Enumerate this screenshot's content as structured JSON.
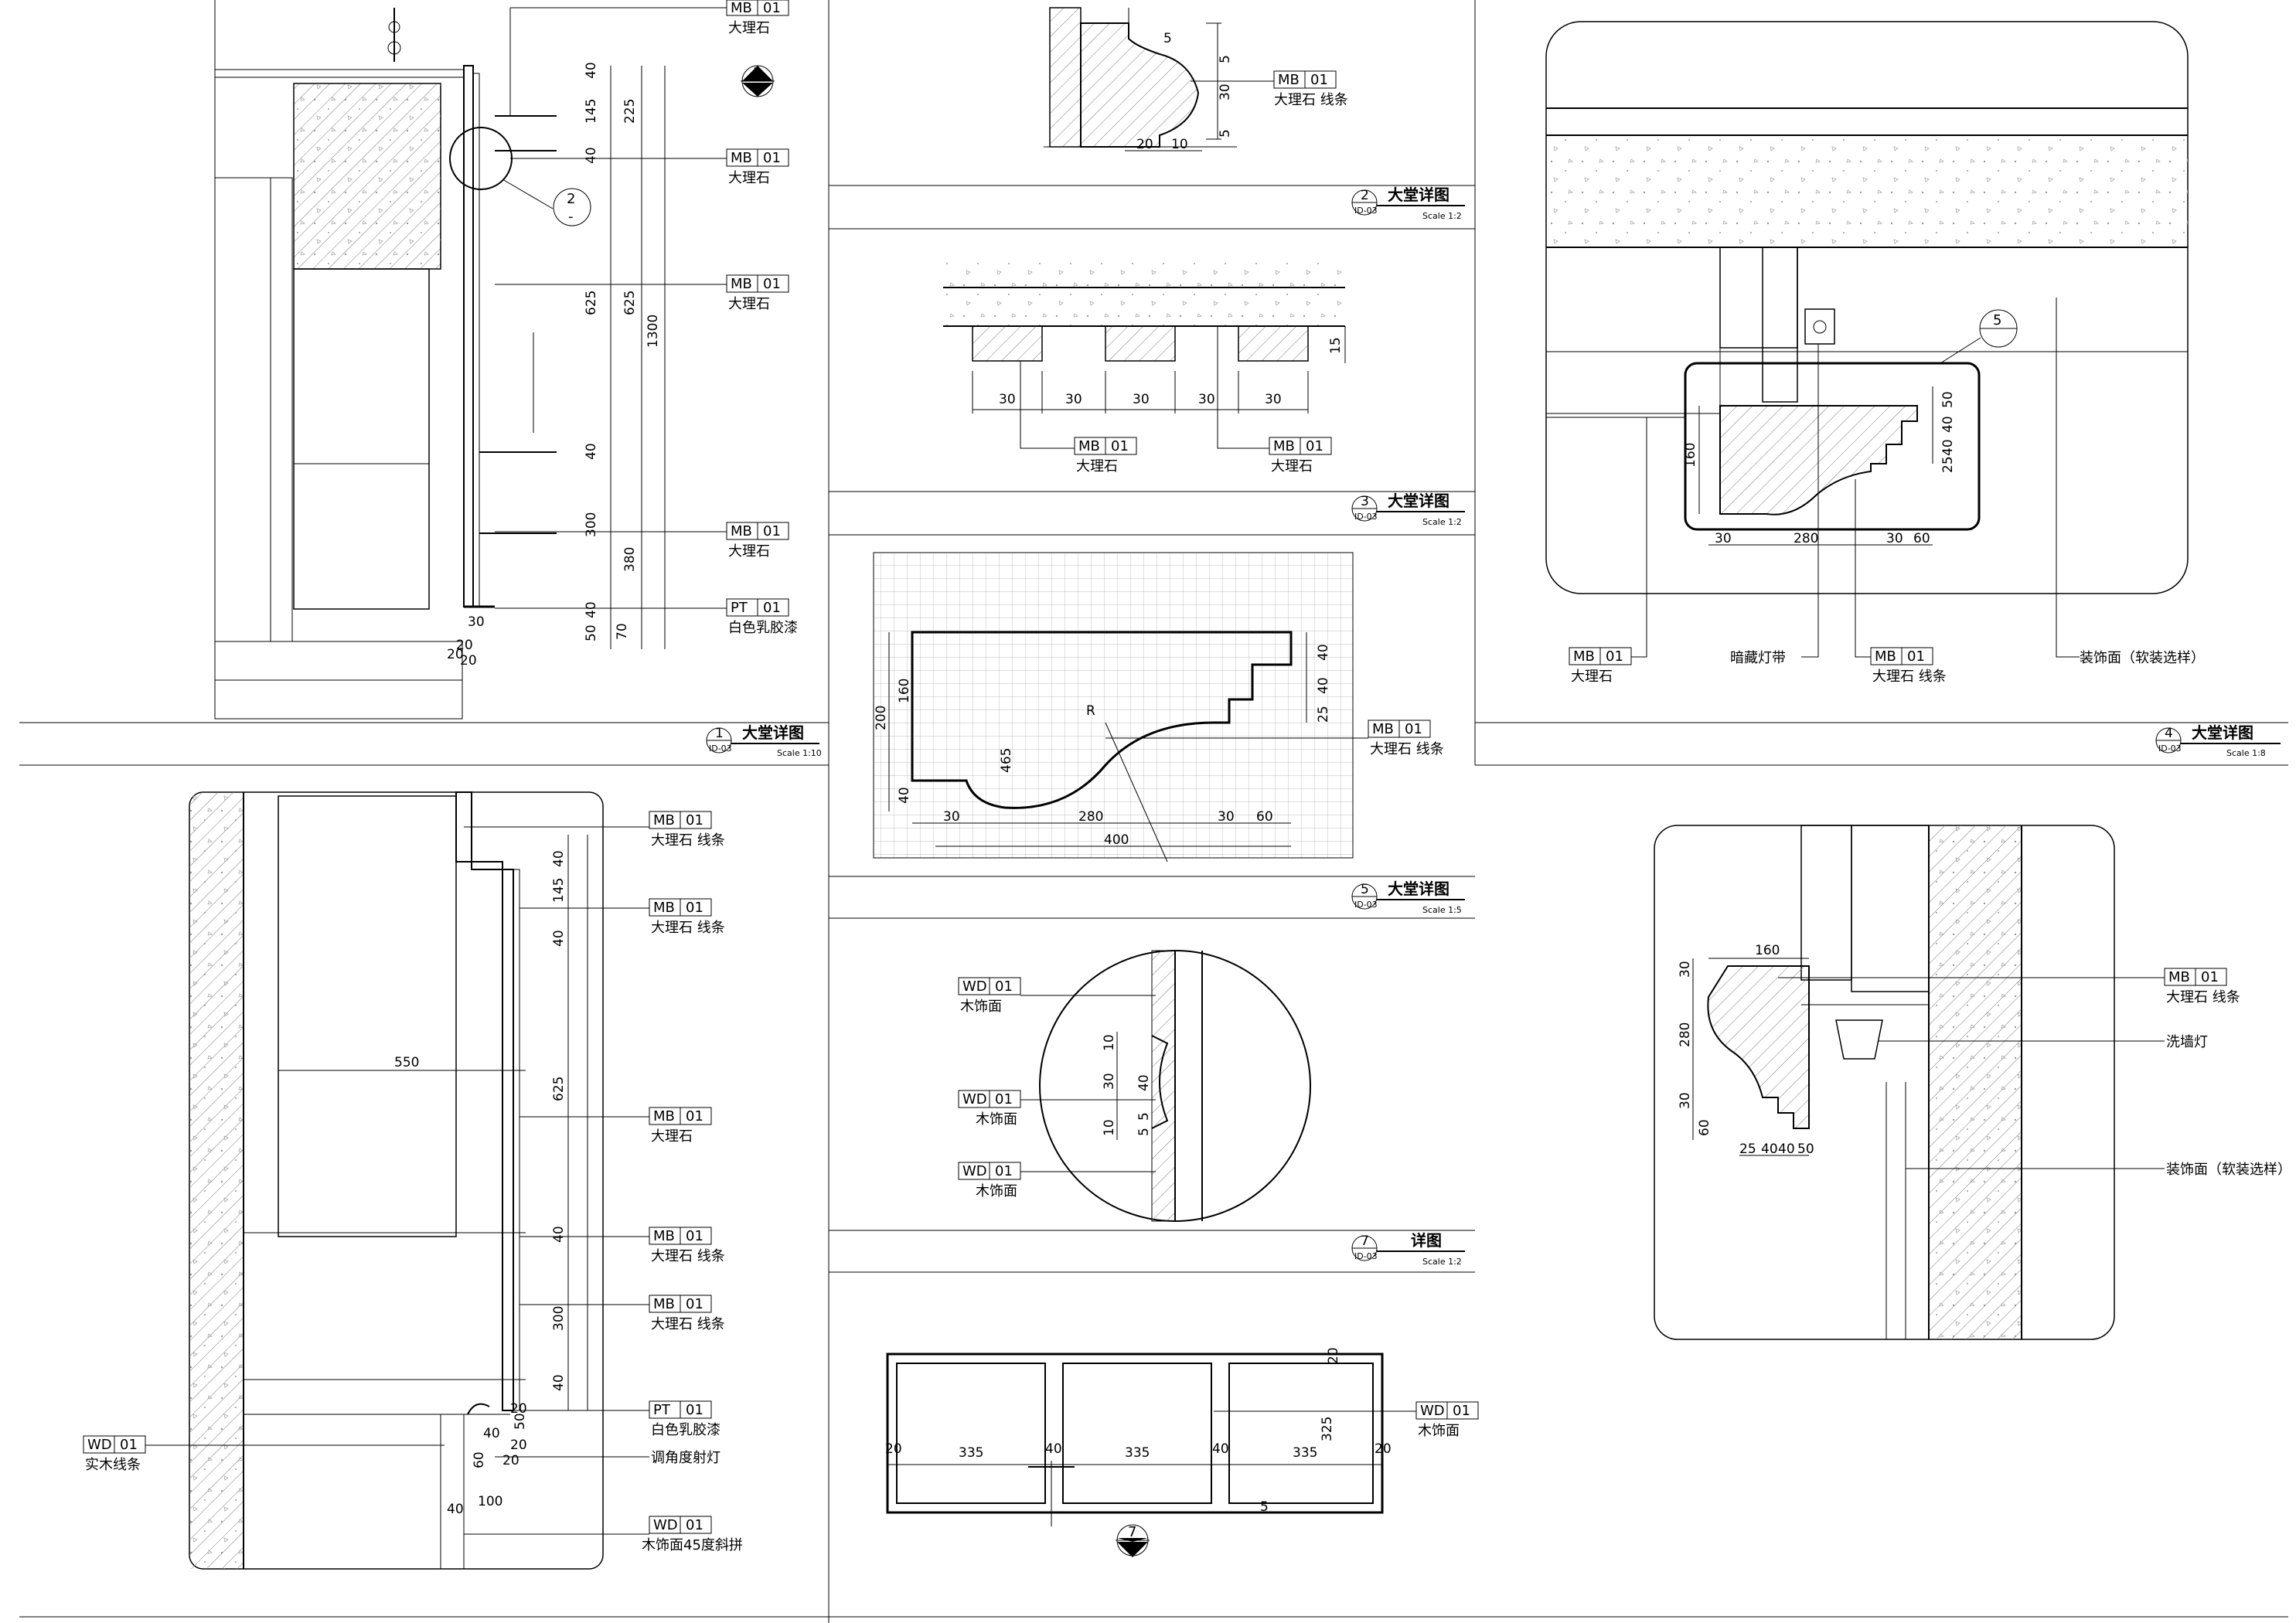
{
  "detail_titles": {
    "d1": {
      "num": "1",
      "sheet": "ID-03",
      "title": "大堂详图",
      "scale": "Scale 1:10"
    },
    "d2": {
      "num": "2",
      "sheet": "ID-03",
      "title": "大堂详图",
      "scale": "Scale 1:2"
    },
    "d3": {
      "num": "3",
      "sheet": "ID-03",
      "title": "大堂详图",
      "scale": "Scale 1:2"
    },
    "d4": {
      "num": "4",
      "sheet": "ID-03",
      "title": "大堂详图",
      "scale": "Scale 1:8"
    },
    "d5": {
      "num": "5",
      "sheet": "ID-03",
      "title": "大堂详图",
      "scale": "Scale 1:5"
    },
    "d7": {
      "num": "7",
      "sheet": "ID-03",
      "title": "详图",
      "scale": "Scale 1:2"
    }
  },
  "tags": {
    "mb": {
      "code": "MB",
      "no": "01"
    },
    "pt": {
      "code": "PT",
      "no": "01"
    },
    "wd": {
      "code": "WD",
      "no": "01"
    }
  },
  "notes": {
    "marble": "大理石",
    "marble_strip": "大理石 线条",
    "white_latex": "白色乳胶漆",
    "wood_veneer": "木饰面",
    "solid_wood_strip": "实木线条",
    "adj_downlight": "调角度射灯",
    "wood_45": "木饰面45度斜拼",
    "hidden_strip": "暗藏灯带",
    "deco_surface": "装饰面（软装选样）",
    "wall_washer": "洗墙灯"
  },
  "callouts": {
    "c2": "2",
    "c3": "3",
    "c5": "5",
    "c7": "7"
  },
  "dims": {
    "d1": [
      "40",
      "145",
      "40",
      "625",
      "40",
      "300",
      "40",
      "50",
      "70",
      "225",
      "625",
      "1300",
      "380",
      "20",
      "30",
      "20",
      "20"
    ],
    "d2": [
      "5",
      "5",
      "30",
      "5",
      "20",
      "10"
    ],
    "d3": [
      "30",
      "30",
      "30",
      "30",
      "30",
      "15"
    ],
    "d5": [
      "200",
      "160",
      "40",
      "30",
      "280",
      "30",
      "60",
      "400",
      "40",
      "40",
      "25",
      "465",
      "R"
    ],
    "d6": [
      "10",
      "30",
      "10",
      "40",
      "5",
      "5"
    ],
    "d7": [
      "20",
      "335",
      "40",
      "335",
      "40",
      "335",
      "20",
      "325",
      "20",
      "5"
    ],
    "d4": [
      "50",
      "40",
      "40",
      "25",
      "160",
      "30",
      "280",
      "30",
      "60"
    ],
    "d8": [
      "40",
      "145",
      "40",
      "625",
      "40",
      "300",
      "40",
      "550",
      "20",
      "60",
      "40",
      "20",
      "20",
      "50",
      "40",
      "100"
    ],
    "d9": [
      "160",
      "30",
      "280",
      "30",
      "60",
      "25",
      "40",
      "40",
      "50"
    ]
  }
}
